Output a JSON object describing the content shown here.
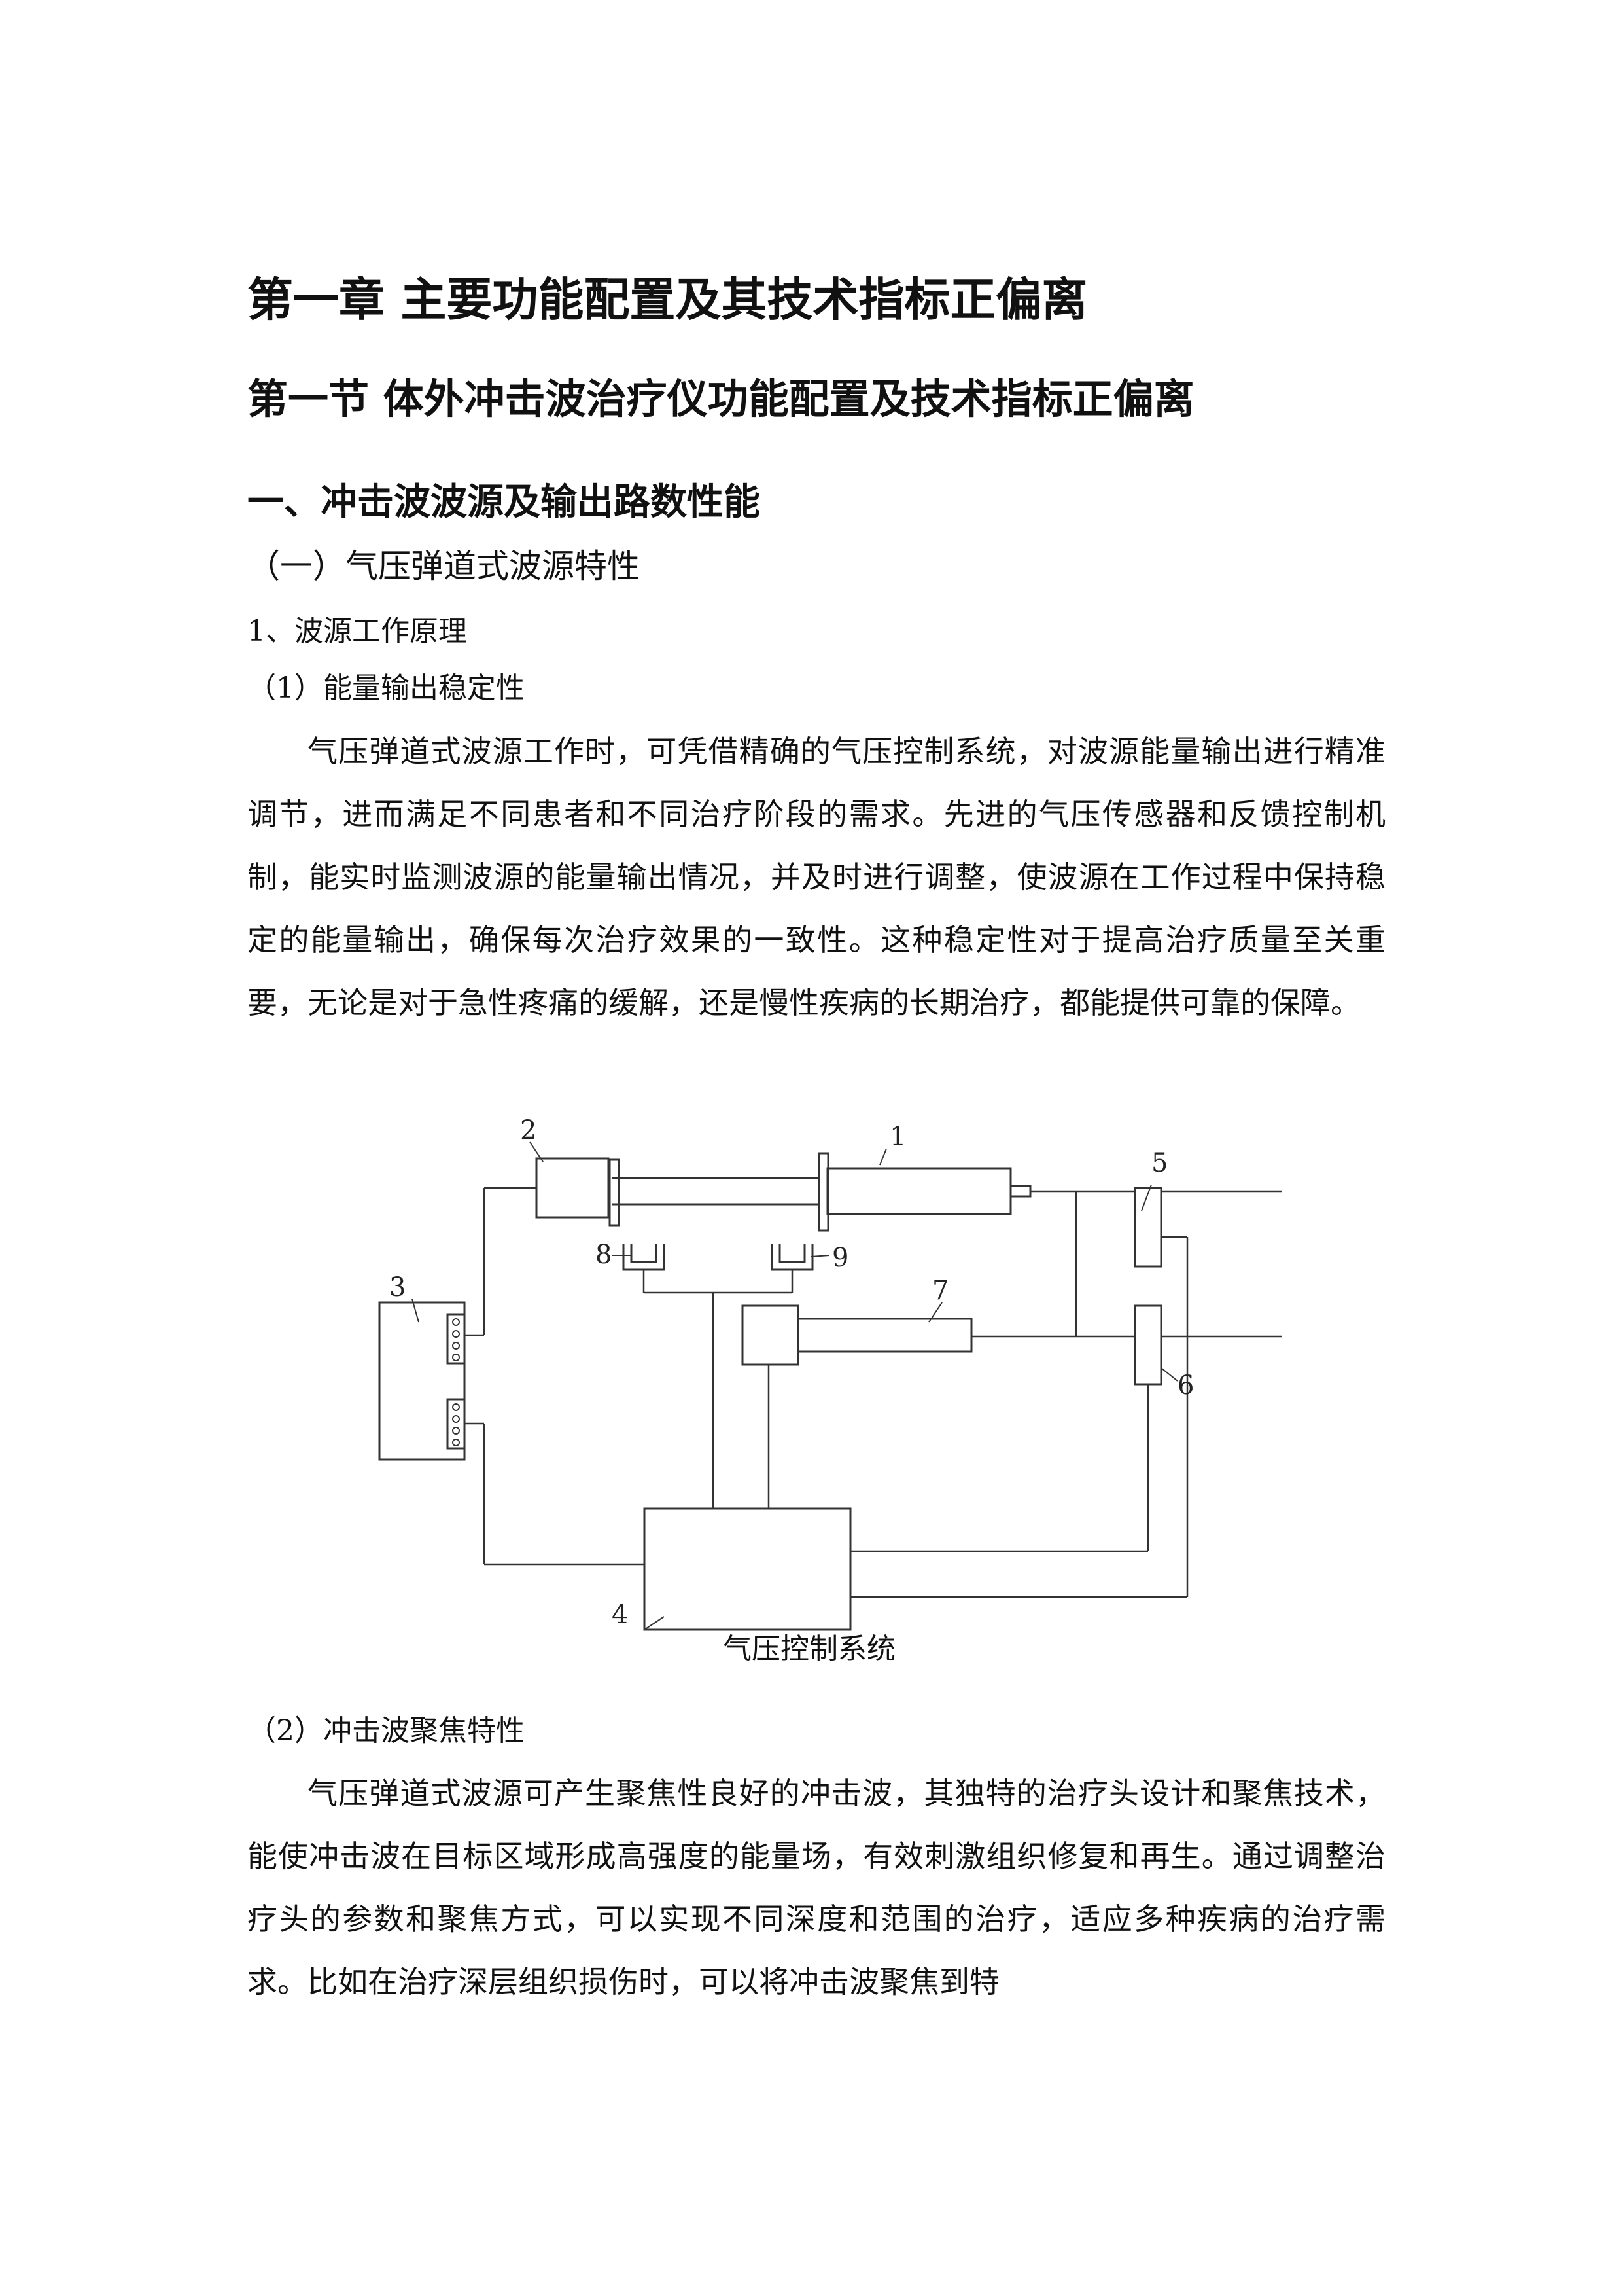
{
  "document": {
    "chapter_title": "第一章  主要功能配置及其技术指标正偏离",
    "section_title": "第一节  体外冲击波治疗仪功能配置及技术指标正偏离",
    "subsection_title": "一、冲击波波源及输出路数性能",
    "heading_paren": "（一）气压弹道式波源特性",
    "heading_numbered": "1、波源工作原理",
    "heading_sub1": "（1）能量输出稳定性",
    "paragraph1": "气压弹道式波源工作时，可凭借精确的气压控制系统，对波源能量输出进行精准调节，进而满足不同患者和不同治疗阶段的需求。先进的气压传感器和反馈控制机制，能实时监测波源的能量输出情况，并及时进行调整，使波源在工作过程中保持稳定的能量输出，确保每次治疗效果的一致性。这种稳定性对于提高治疗质量至关重要，无论是对于急性疼痛的缓解，还是慢性疾病的长期治疗，都能提供可靠的保障。",
    "figure_caption": "气压控制系统",
    "heading_sub2": "（2）冲击波聚焦特性",
    "paragraph2": "气压弹道式波源可产生聚焦性良好的冲击波，其独特的治疗头设计和聚焦技术，能使冲击波在目标区域形成高强度的能量场，有效刺激组织修复和再生。通过调整治疗头的参数和聚焦方式，可以实现不同深度和范围的治疗，适应多种疾病的治疗需求。比如在治疗深层组织损伤时，可以将冲击波聚焦到特"
  },
  "figure": {
    "labels": {
      "n1": "1",
      "n2": "2",
      "n3": "3",
      "n4": "4",
      "n5": "5",
      "n6": "6",
      "n7": "7",
      "n8": "8",
      "n9": "9"
    }
  }
}
